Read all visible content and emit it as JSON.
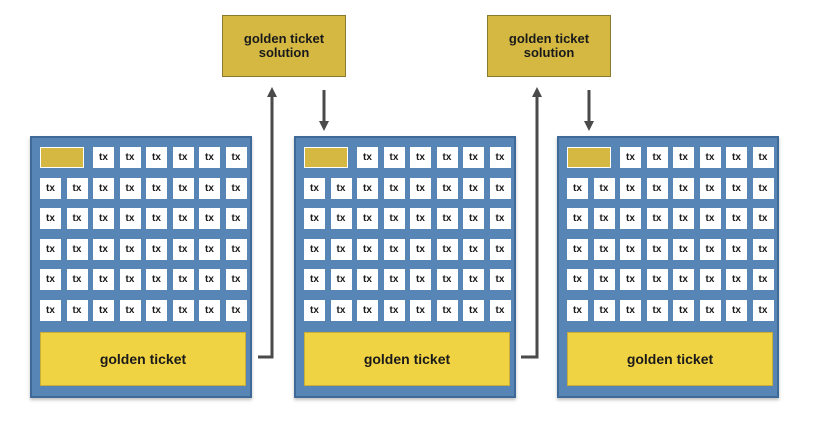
{
  "colors": {
    "block_blue": "#5786b6",
    "gold": "#d4b842",
    "gold_light": "#f0d343",
    "arrow": "#4a4a4a"
  },
  "cell_label": "tx",
  "grid": {
    "rows": 6,
    "cols": 8,
    "reserved_first_row_cells": 2
  },
  "blocks": [
    {
      "footer_label": "golden ticket"
    },
    {
      "footer_label": "golden ticket"
    },
    {
      "footer_label": "golden ticket"
    }
  ],
  "solutions": [
    {
      "line1": "golden ticket",
      "line2": "solution"
    },
    {
      "line1": "golden ticket",
      "line2": "solution"
    }
  ]
}
